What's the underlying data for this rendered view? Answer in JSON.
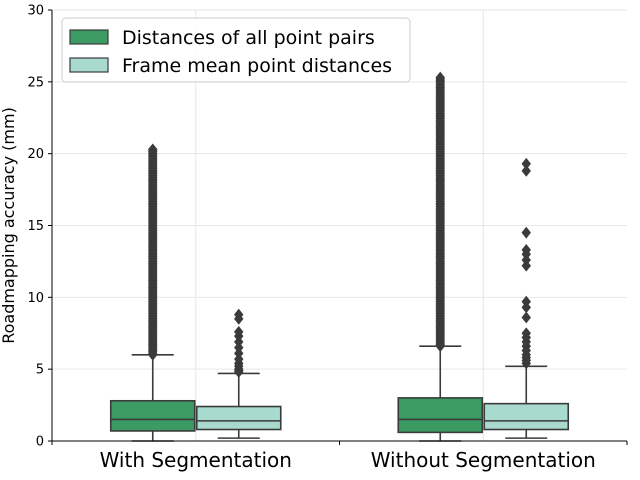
{
  "chart_data": {
    "type": "boxplot",
    "ylabel": "Roadmapping accuracy (mm)",
    "xlabel": "",
    "ylim": [
      0,
      30
    ],
    "yticks": [
      0,
      5,
      10,
      15,
      20,
      25,
      30
    ],
    "grid": true,
    "legend_position": "top-left",
    "categories": [
      "With Segmentation",
      "Without Segmentation"
    ],
    "series": [
      {
        "name": "Distances of all point pairs",
        "color": "#3c9a63",
        "boxes": [
          {
            "whisker_low": 0.0,
            "q1": 0.7,
            "median": 1.5,
            "q3": 2.8,
            "whisker_high": 6.0,
            "outlier_range": [
              6.0,
              20.3
            ]
          },
          {
            "whisker_low": 0.0,
            "q1": 0.6,
            "median": 1.5,
            "q3": 3.0,
            "whisker_high": 6.6,
            "outlier_range": [
              6.6,
              25.3
            ]
          }
        ]
      },
      {
        "name": "Frame mean point distances",
        "color": "#a8dbcd",
        "boxes": [
          {
            "whisker_low": 0.2,
            "q1": 0.8,
            "median": 1.4,
            "q3": 2.4,
            "whisker_high": 4.7,
            "outliers": [
              4.8,
              4.9,
              5.0,
              5.2,
              5.4,
              5.7,
              6.1,
              6.5,
              6.9,
              7.3,
              7.6,
              8.5,
              8.8
            ]
          },
          {
            "whisker_low": 0.2,
            "q1": 0.8,
            "median": 1.4,
            "q3": 2.6,
            "whisker_high": 5.2,
            "outliers": [
              5.4,
              5.6,
              5.8,
              6.0,
              6.3,
              6.6,
              6.9,
              7.2,
              7.5,
              8.6,
              9.3,
              9.7,
              12.2,
              12.6,
              13.0,
              13.3,
              14.5,
              18.8,
              19.3
            ]
          }
        ]
      }
    ]
  }
}
